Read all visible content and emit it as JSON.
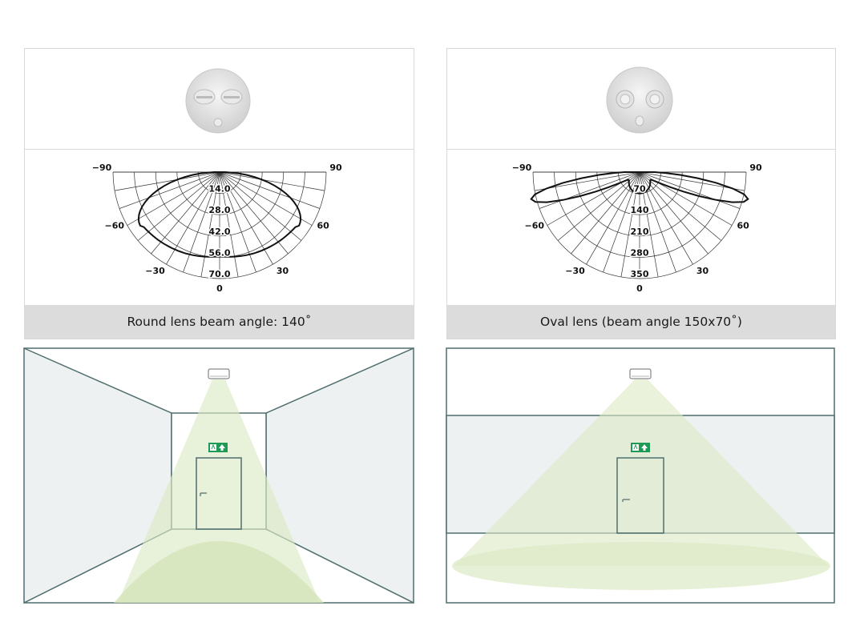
{
  "panels": [
    {
      "caption": "Round lens beam angle: 140˚",
      "lens": "round-lens-image",
      "polar": {
        "angles": {
          "left90": "−90",
          "right90": "90",
          "left60": "−60",
          "right60": "60",
          "left30": "−30",
          "right30": "30",
          "zero": "0"
        },
        "rings": [
          "14.0",
          "28.0",
          "42.0",
          "56.0",
          "70.0"
        ]
      }
    },
    {
      "caption": "Oval lens (beam angle 150x70˚)",
      "lens": "oval-lens-image",
      "polar": {
        "angles": {
          "left90": "−90",
          "right90": "90",
          "left60": "−60",
          "right60": "60",
          "left30": "−30",
          "right30": "30",
          "zero": "0"
        },
        "rings": [
          "70",
          "140",
          "210",
          "280",
          "350"
        ]
      }
    }
  ],
  "colors": {
    "wall": "#edf1f2",
    "wall_stroke": "#4f6e6e",
    "beam": "#e3edcf",
    "exit_sign": "#1f9a55"
  }
}
